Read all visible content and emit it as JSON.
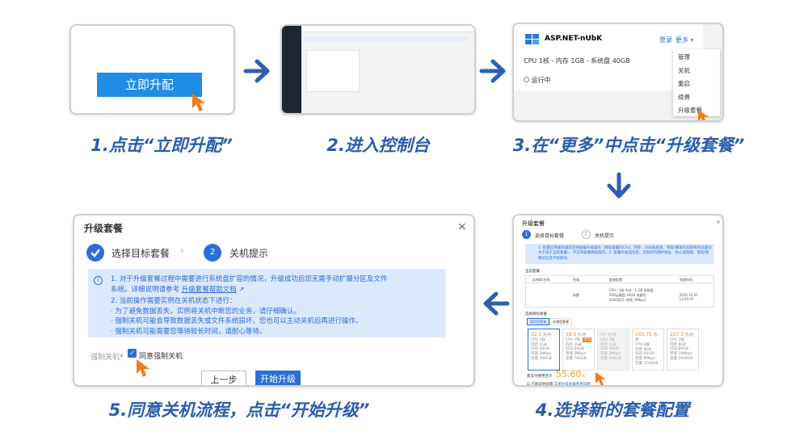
{
  "steps": [
    {
      "caption": "1.点击“立即升配”",
      "button": "立即升配"
    },
    {
      "caption": "2.进入控制台"
    },
    {
      "caption": "3.在“更多”中点击“升级套餐”"
    },
    {
      "caption": "4.选择新的套餐配置"
    },
    {
      "caption": "5.同意关机流程，点击“开始升级”"
    }
  ],
  "instance": {
    "name": "ASP.NET-nUbK",
    "login": "登录",
    "more": "更多",
    "spec": "CPU 1核 - 内存 1GB - 系统盘 40GB",
    "status": "运行中",
    "menu": [
      "管理",
      "关机",
      "重启",
      "续费",
      "升级套餐"
    ]
  },
  "upgrade_small": {
    "title": "升级套餐",
    "step1": "选择目标套餐",
    "step2": "关机提示",
    "notice": "1. 轻量应用服务器仅支持套餐升级操作（目标套餐的CPU、内存、SSD系统盘、带宽/峰值带宽和每月流量均大于等于当前套餐），不支持套餐降级操作。2. 套餐升级成功后，实例的内网IP地址、防火墙策略、密码/密钥对信息不受影响。",
    "current_label": "当前套餐",
    "table_headers": [
      "实例ID/名称",
      "地域",
      "套餐配置",
      "到期时间"
    ],
    "table_row": [
      "",
      "成都",
      "CPU - 1核 内存 - 1 GB 系统盘 - SSD云硬盘 20GB 流量包 - 200GB/月 (带宽 3Mbps)",
      "2020-10-07 13:05:47"
    ],
    "target_label": "选择目标套餐",
    "tabs": [
      "通用型套餐",
      "存储型套餐"
    ],
    "plans": [
      {
        "price": "32.5",
        "unit": "元/月",
        "cpu": "1核",
        "mem": "1GB",
        "ssd": "40GB",
        "bw": "3Mbps",
        "traffic": "200GB"
      },
      {
        "price": "58.5",
        "unit": "元/月",
        "cpu": "1核",
        "mem": "1GB",
        "ssd": "60GB",
        "bw": "3Mbps",
        "traffic": "700GB",
        "badge": "活动"
      },
      {
        "price": "90",
        "unit": "元/月",
        "cpu": "1核",
        "mem": "1GB",
        "ssd": "40GB",
        "bw": "3Mbps",
        "traffic": "500GB"
      },
      {
        "price": "165.75",
        "unit": "元/月",
        "cpu": "2核",
        "mem": "4GB",
        "ssd": "60GB",
        "bw": "6Mbps",
        "traffic": "1500GB"
      },
      {
        "price": "227.5",
        "unit": "元/月",
        "cpu": "2核",
        "mem": "8GB",
        "ssd": "80GB",
        "bw": "10Mbps",
        "traffic": "2000GB"
      }
    ],
    "price_label": "需支付费用合计",
    "price": "55.60",
    "price_unit": "元",
    "agree": "已阅读并同意",
    "agree_link": "实例升级套餐费用说明"
  },
  "upgrade_dialog": {
    "title": "升级套餐",
    "step1": "选择目标套餐",
    "step2_num": "2",
    "step2": "关机提示",
    "line1": "1. 对于升级套餐过程中需要进行系统盘扩容的情况，升级成功后您无需手动扩展分区及文件",
    "line1b": "系统。详细说明请参考 ",
    "link": "升级套餐帮助文档",
    "line2": "2. 当前操作需要实例在关机状态下进行：",
    "bullets": [
      "· 为了避免数据丢失，实例将关机中断您的业务，请仔细确认。",
      "· 强制关机可能会导致数据丢失或文件系统损坏，您也可以主动关机后再进行操作。",
      "· 强制关机可能需要您等待较长时间，请耐心等待。"
    ],
    "force_label": "强制关机",
    "checkbox": "同意强制关机",
    "prev": "上一步",
    "start": "开始升级"
  },
  "colors": {
    "caption": "#2a5cae",
    "arrow": "#2d5fb0",
    "primary": "#1e8de6",
    "cursor": "#f07c1e",
    "notice_bg": "#dce8fb"
  }
}
